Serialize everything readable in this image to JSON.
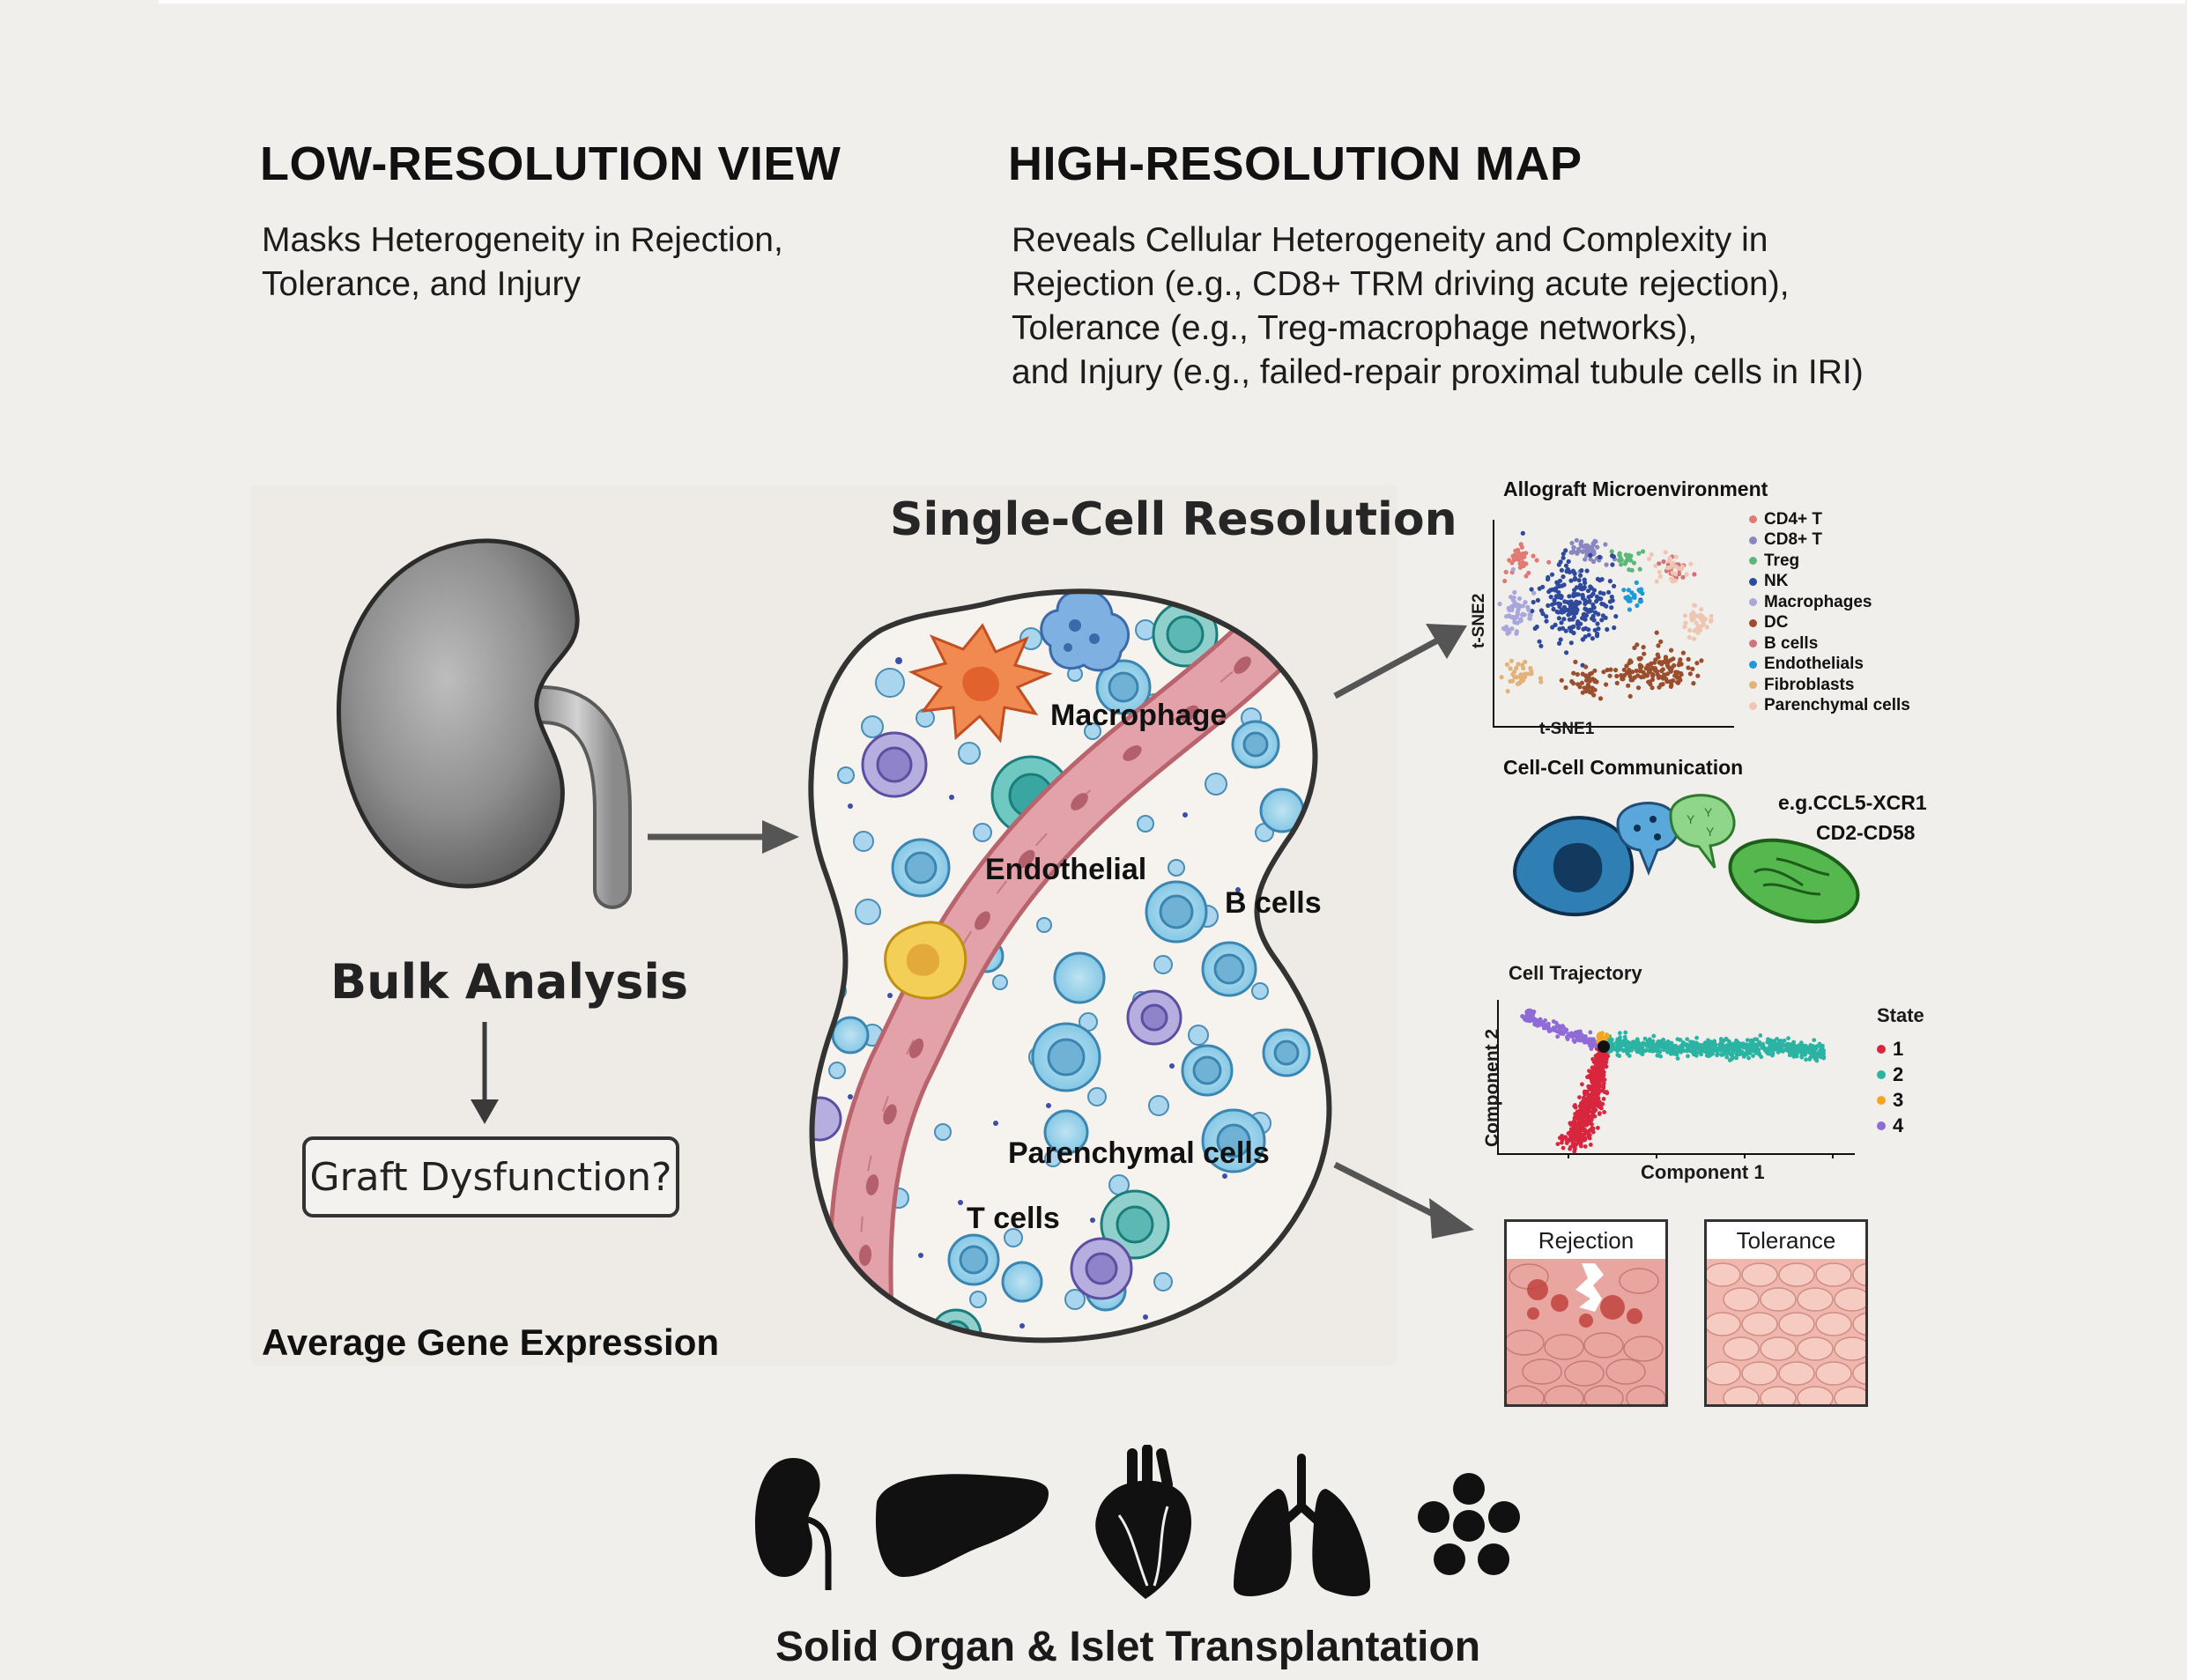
{
  "headers": {
    "low_title": "LOW-RESOLUTION VIEW",
    "low_desc": [
      "Masks Heterogeneity in Rejection,",
      "Tolerance, and Injury"
    ],
    "high_title": "HIGH-RESOLUTION MAP",
    "high_desc": [
      "Reveals Cellular Heterogeneity and Complexity in",
      "Rejection (e.g., CD8+ TRM driving acute rejection),",
      "Tolerance (e.g., Treg-macrophage networks),",
      "and Injury (e.g., failed-repair proximal tubule cells in IRI)"
    ]
  },
  "bulk": {
    "title": "Bulk Analysis",
    "question": "Graft Dysfunction?",
    "caption": "Average Gene Expression"
  },
  "single_cell": {
    "title": "Single-Cell Resolution",
    "labels": {
      "macrophage": "Macrophage",
      "endothelial": "Endothelial",
      "b_cells": "B cells",
      "parenchymal": "Parenchymal cells",
      "t_cells": "T cells"
    }
  },
  "panels": {
    "allograft": {
      "title": "Allograft Microenvironment",
      "xlabel": "t-SNE1",
      "ylabel": "t-SNE2",
      "legend": [
        {
          "name": "CD4+ T",
          "color": "#e07a72"
        },
        {
          "name": "CD8+ T",
          "color": "#8a86c0"
        },
        {
          "name": "Treg",
          "color": "#5cb87a"
        },
        {
          "name": "NK",
          "color": "#2f4a9c"
        },
        {
          "name": "Macrophages",
          "color": "#a9a6dc"
        },
        {
          "name": "DC",
          "color": "#9a4e2e"
        },
        {
          "name": "B cells",
          "color": "#d2727a"
        },
        {
          "name": "Endothelials",
          "color": "#1e9bd7"
        },
        {
          "name": "Fibroblasts",
          "color": "#e3b27a"
        },
        {
          "name": "Parenchymal cells",
          "color": "#efc6b2"
        }
      ]
    },
    "communication": {
      "title": "Cell-Cell Communication",
      "pairs": [
        "e.g.CCL5-XCR1",
        "CD2-CD58"
      ]
    },
    "trajectory": {
      "title": "Cell Trajectory",
      "xlabel": "Component 1",
      "ylabel": "Component 2",
      "legend_title": "State",
      "states": [
        {
          "name": "1",
          "color": "#d7263d"
        },
        {
          "name": "2",
          "color": "#2bb3a3"
        },
        {
          "name": "3",
          "color": "#f4a623"
        },
        {
          "name": "4",
          "color": "#8e6bd6"
        }
      ]
    },
    "histology": {
      "rejection": "Rejection",
      "tolerance": "Tolerance"
    }
  },
  "footer": {
    "organs": [
      "kidney-icon",
      "liver-icon",
      "heart-icon",
      "lungs-icon",
      "islets-icon"
    ],
    "caption": "Solid Organ & Islet Transplantation"
  }
}
